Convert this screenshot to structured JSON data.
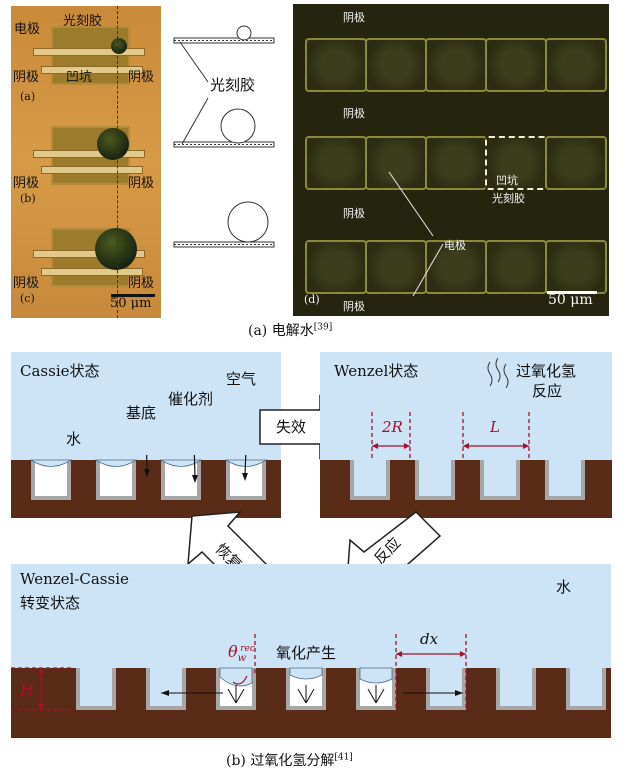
{
  "panel_a": {
    "caption_main": "(a) 电解水",
    "caption_ref": "[39]",
    "photos": {
      "label_electrode": "电极",
      "label_photoresist": "光刻胶",
      "label_cathode": "阴极",
      "label_pit": "凹坑",
      "sub_a": "(a)",
      "sub_b": "(b)",
      "sub_c": "(c)",
      "scale": "50 μm"
    },
    "sketch": {
      "label_photoresist": "光刻胶"
    },
    "dark": {
      "label_cathode": "阴极",
      "label_pit": "凹坑",
      "label_photoresist": "光刻胶",
      "label_electrode": "电极",
      "sub_d": "(d)",
      "scale": "50 μm"
    }
  },
  "panel_b": {
    "caption_main": "(b) 过氧化氢分解",
    "caption_ref": "[41]",
    "cassie": {
      "title": "Cassie状态",
      "water": "水",
      "substrate": "基底",
      "catalyst": "催化剂",
      "air": "空气"
    },
    "arrow_fail": "失效",
    "wenzel": {
      "title": "Wenzel状态",
      "reaction_line1": "过氧化氢",
      "reaction_line2": "反应",
      "dim_2R": "2R",
      "dim_L": "L"
    },
    "arrow_recover": "恢复",
    "arrow_react": "反应",
    "transition": {
      "title_line1": "Wenzel-Cassie",
      "title_line2": "转变状态",
      "water": "水",
      "oxidation": "氧化产生",
      "theta_main": "θ",
      "theta_sub": "w",
      "theta_sup": "rec",
      "dim_dx": "dx",
      "dim_H": "H"
    }
  },
  "colors": {
    "water": "#cde4f7",
    "substrate": "#5a2b17",
    "dimension": "#a3122a"
  }
}
